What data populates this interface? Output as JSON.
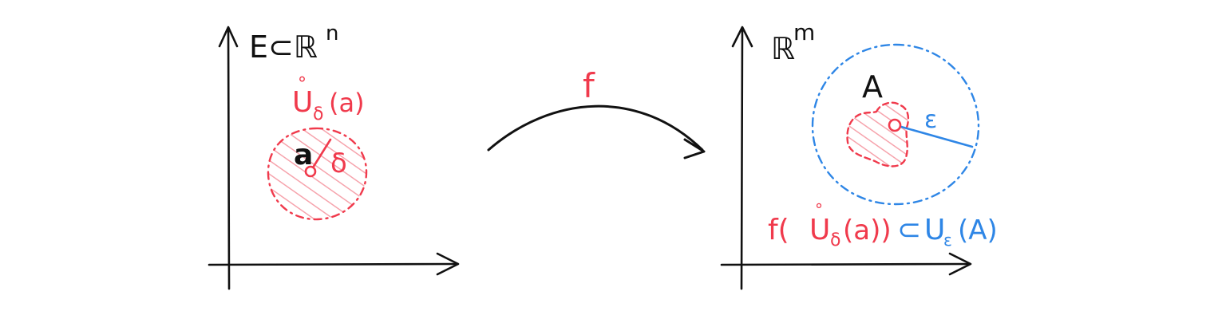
{
  "left_panel": {
    "space_label": "E⊂ℝ",
    "space_exponent": "n",
    "neighborhood_base": "U",
    "neighborhood_ring": "°",
    "neighborhood_sub": "δ",
    "neighborhood_arg": "(a)",
    "point_label": "a",
    "radius_label": "δ"
  },
  "map": {
    "label": "f"
  },
  "right_panel": {
    "space_label": "ℝ",
    "space_exponent": "m",
    "point_label": "A",
    "radius_label": "ε",
    "relation_red_prefix": "f(",
    "relation_red_base": "U",
    "relation_red_ring": "°",
    "relation_red_sub": "δ",
    "relation_red_suffix": "(a))",
    "relation_symbol": "⊂",
    "relation_blue_base": "U",
    "relation_blue_sub": "ε",
    "relation_blue_arg": "(A)"
  },
  "colors": {
    "ink": "#111111",
    "red": "#f03a4c",
    "red_hatch": "#f6a3ac",
    "blue": "#2e86e6"
  }
}
